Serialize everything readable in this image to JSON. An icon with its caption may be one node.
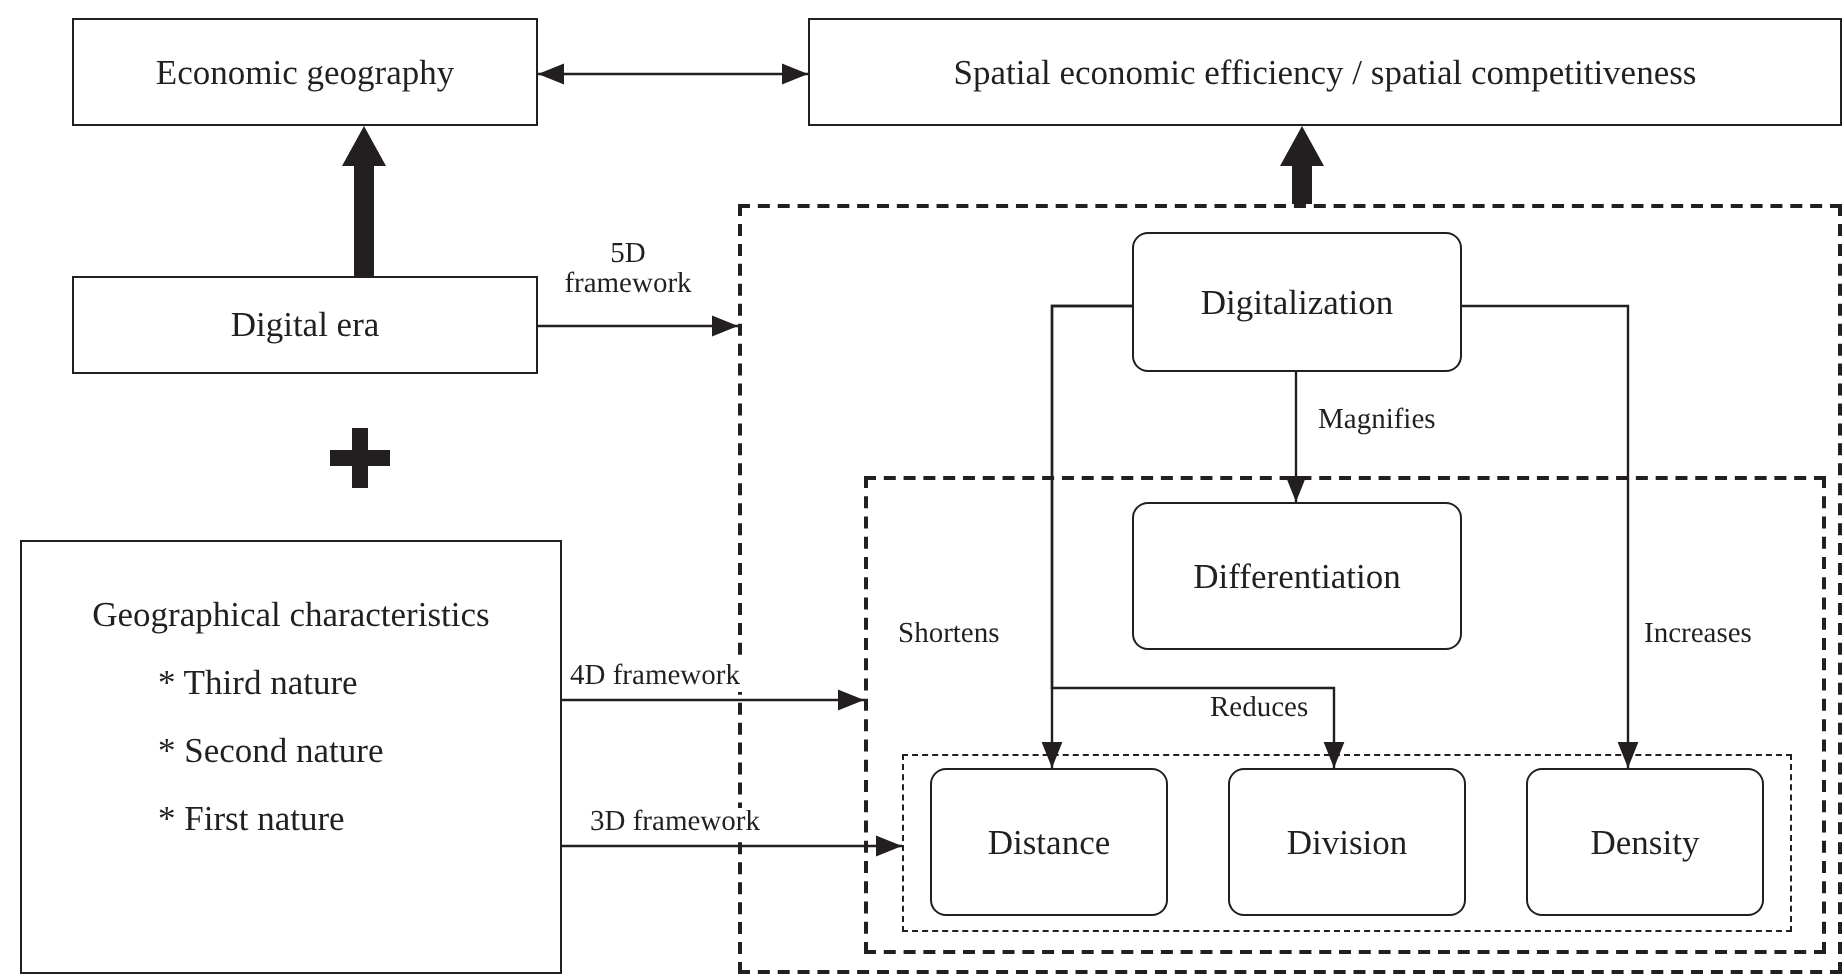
{
  "diagram": {
    "nodes": [
      {
        "text": [
          "Economic geography"
        ]
      },
      {
        "text": [
          "Spatial economic efficiency / spatial competitiveness"
        ]
      },
      {
        "text": [
          "Digital era"
        ]
      },
      {
        "text": [
          "Geographical characteristics",
          "* Third nature",
          "* Second nature",
          "* First nature"
        ]
      },
      {
        "text": [],
        "shape": "box"
      },
      {
        "text": [
          "Digitalization"
        ],
        "in": 4
      },
      {
        "text": [],
        "shape": "box",
        "in": 4
      },
      {
        "text": [
          "Differentiation"
        ],
        "in": 6
      },
      {
        "text": [],
        "shape": "box",
        "in": 6
      },
      {
        "text": [
          "Distance"
        ],
        "in": 8
      },
      {
        "text": [
          "Division"
        ],
        "in": 8
      },
      {
        "text": [
          "Density"
        ],
        "in": 8
      }
    ],
    "edges": [
      {
        "from": 0,
        "to": 1,
        "arrow": "both"
      },
      {
        "from": 2,
        "to": 0,
        "arrow": "to",
        "style": "thick"
      },
      {
        "from": 4,
        "to": 1,
        "arrow": "to",
        "style": "thick"
      },
      {
        "from": 2,
        "to": 4,
        "arrow": "to",
        "label": "5D framework"
      },
      {
        "from": 3,
        "to": 6,
        "arrow": "to",
        "label": "4D framework"
      },
      {
        "from": 3,
        "to": 8,
        "arrow": "to",
        "label": "3D framework"
      },
      {
        "from": 5,
        "to": 7,
        "arrow": "to",
        "label": "Magnifies"
      },
      {
        "from": 5,
        "to": 9,
        "arrow": "to",
        "label": "Shortens"
      },
      {
        "from": 5,
        "to": 10,
        "arrow": "to",
        "label": "Reduces"
      },
      {
        "from": 5,
        "to": 11,
        "arrow": "to",
        "label": "Increases"
      }
    ]
  }
}
